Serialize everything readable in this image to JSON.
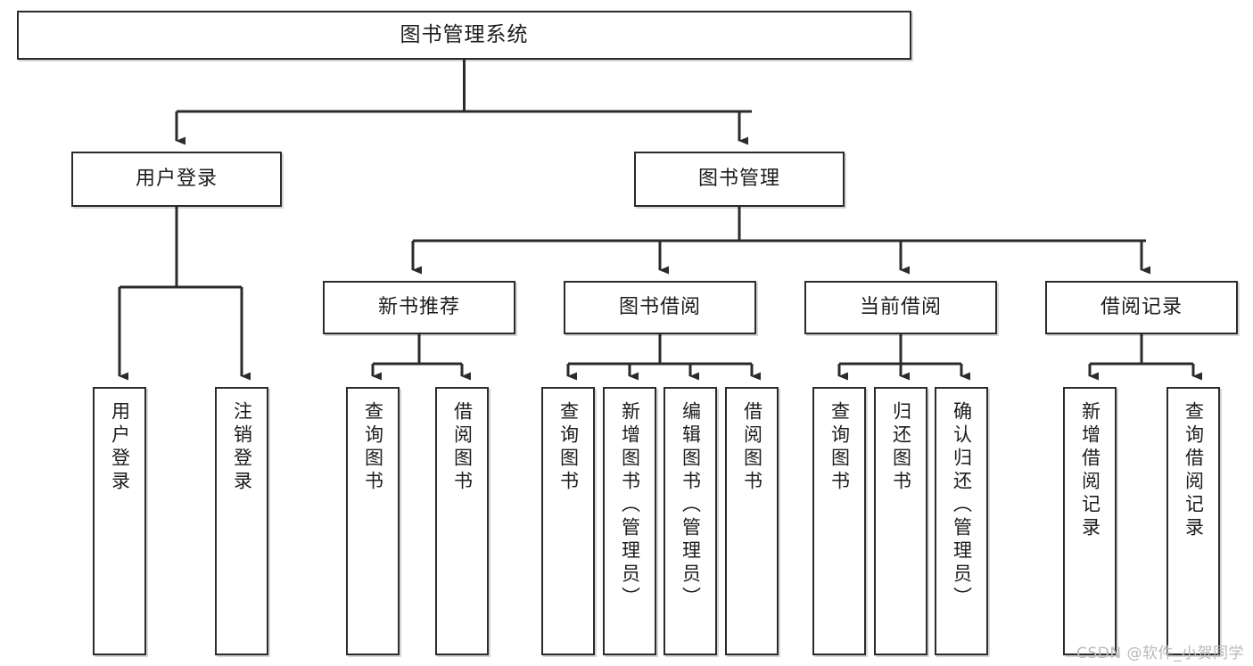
{
  "diagram": {
    "title": "图书管理系统",
    "type": "hierarchy-tree",
    "root": {
      "label": "图书管理系统"
    },
    "level2": [
      {
        "label": "用户登录"
      },
      {
        "label": "图书管理"
      }
    ],
    "level3": [
      {
        "label": "新书推荐"
      },
      {
        "label": "图书借阅"
      },
      {
        "label": "当前借阅"
      },
      {
        "label": "借阅记录"
      }
    ],
    "leaves": {
      "user_login": [
        {
          "label": "用户登录"
        },
        {
          "label": "注销登录"
        }
      ],
      "new_book_recommend": [
        {
          "label": "查询图书"
        },
        {
          "label": "借阅图书"
        }
      ],
      "book_borrow": [
        {
          "label": "查询图书"
        },
        {
          "label": "新增图书（管理员）"
        },
        {
          "label": "编辑图书（管理员）"
        },
        {
          "label": "借阅图书"
        }
      ],
      "current_borrow": [
        {
          "label": "查询图书"
        },
        {
          "label": "归还图书"
        },
        {
          "label": "确认归还（管理员）"
        }
      ],
      "borrow_record": [
        {
          "label": "新增借阅记录"
        },
        {
          "label": "查询借阅记录"
        }
      ]
    },
    "watermark": "CSDN @软件_小贺同学",
    "colors": {
      "background": "#ffffff",
      "box_border": "#2b2b2b",
      "box_fill": "#ffffff",
      "text": "#1c1c1c",
      "connector": "#2b2b2b",
      "watermark": "#b9b9b9"
    }
  }
}
